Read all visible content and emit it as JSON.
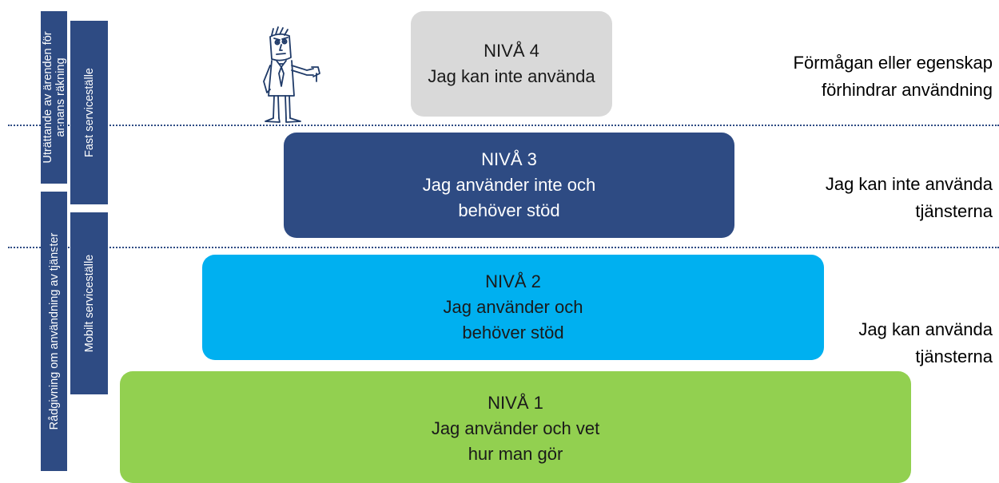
{
  "vertical_labels": {
    "outer_top": [
      "Uträttande av ärenden för",
      "annans räkning"
    ],
    "outer_bottom": "Rådgivning om användning av tjänster",
    "inner_top": "Fast serviceställe",
    "inner_bottom": "Mobilt serviceställe"
  },
  "levels": [
    {
      "title": "NIVÅ 4",
      "lines": [
        "Jag kan inte använda"
      ],
      "color": "#d9d9d9",
      "text_color": "#1a1a1a"
    },
    {
      "title": "NIVÅ 3",
      "lines": [
        "Jag använder inte och",
        "behöver stöd"
      ],
      "color": "#2e4b83",
      "text_color": "#ffffff"
    },
    {
      "title": "NIVÅ 2",
      "lines": [
        "Jag använder och",
        "behöver stöd"
      ],
      "color": "#00b0f0",
      "text_color": "#1a1a1a"
    },
    {
      "title": "NIVÅ 1",
      "lines": [
        "Jag använder och vet",
        "hur man gör"
      ],
      "color": "#92d050",
      "text_color": "#1a1a1a"
    }
  ],
  "side_labels": {
    "top": [
      "Förmågan eller egenskap",
      "förhindrar användning"
    ],
    "middle": [
      "Jag kan inte använda",
      "tjänsterna"
    ],
    "bottom": [
      "Jag kan använda",
      "tjänsterna"
    ]
  }
}
